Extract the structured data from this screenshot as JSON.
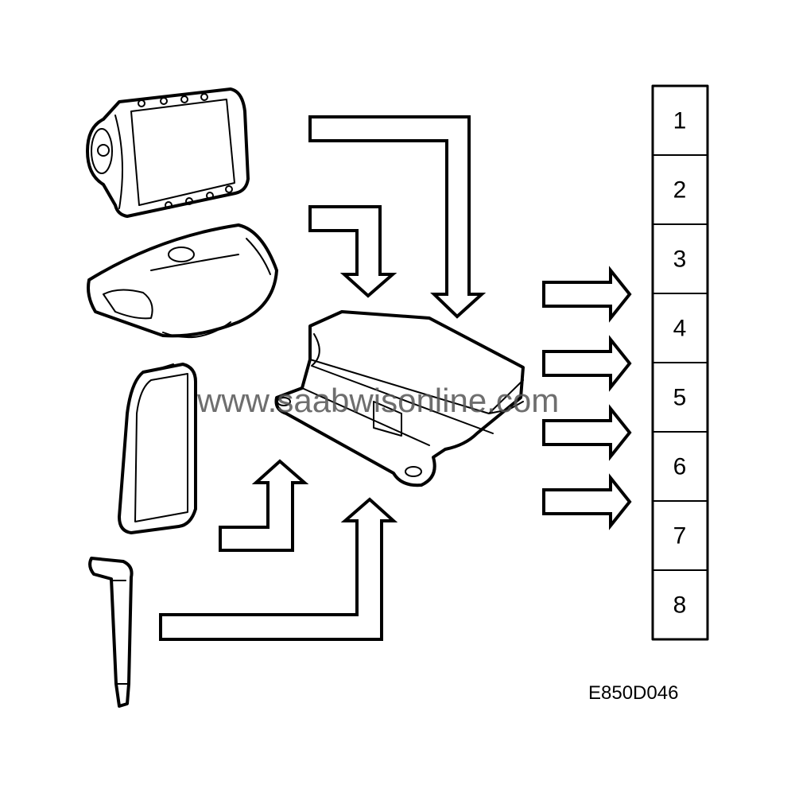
{
  "watermark": "www.saabwisonline.com",
  "figure_code": "E850D046",
  "output_slots": [
    "1",
    "2",
    "3",
    "4",
    "5",
    "6",
    "7",
    "8"
  ],
  "colors": {
    "line": "#000000",
    "background": "#ffffff",
    "watermark": "#555555"
  }
}
